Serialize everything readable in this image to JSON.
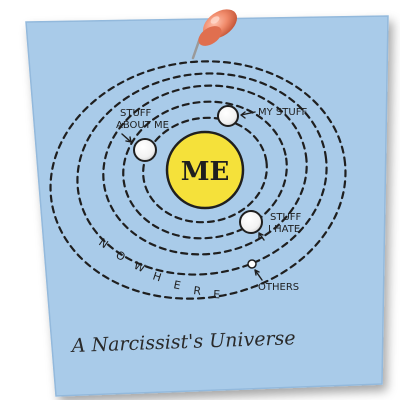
{
  "note": {
    "center_label": "ME",
    "caption": "A Narcissist's Universe",
    "colors": {
      "paper": "#a9cbe9",
      "paper_edge": "#93b9dc",
      "sun": "#f5e13a",
      "pin": "#f08a6a",
      "ink": "#1f1f1f"
    },
    "labels": {
      "stuff_about_me_line1": "STUFF",
      "stuff_about_me_line2": "ABOUT ME",
      "my_stuff": "MY STUFF",
      "stuff_i_hate_line1": "STUFF",
      "stuff_i_hate_line2": "I HATE",
      "others": "OTHERS"
    },
    "nowhere_letters": [
      "N",
      "O",
      "W",
      "H",
      "E",
      "R",
      "E"
    ],
    "icons": {
      "pin": "push-pin-icon"
    }
  }
}
